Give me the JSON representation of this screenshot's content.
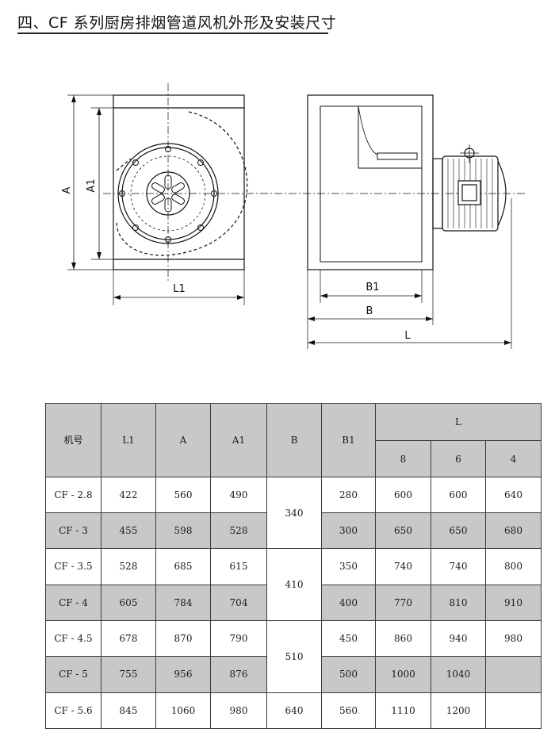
{
  "title": "四、CF 系列厨房排烟管道风机外形及安装尺寸",
  "drawing": {
    "front_labels": {
      "A": "A",
      "A1": "A1",
      "L1": "L1"
    },
    "side_labels": {
      "B1": "B1",
      "B": "B",
      "L": "L"
    }
  },
  "table": {
    "headers": {
      "model": "机号",
      "L1": "L1",
      "A": "A",
      "A1": "A1",
      "B": "B",
      "B1": "B1",
      "L": "L",
      "L_sub": [
        "8",
        "6",
        "4"
      ]
    },
    "rows": [
      {
        "model": "CF - 2.8",
        "L1": "422",
        "A": "560",
        "A1": "490",
        "B": "340",
        "B1": "280",
        "L8": "600",
        "L6": "600",
        "L4": "640"
      },
      {
        "model": "CF - 3",
        "L1": "455",
        "A": "598",
        "A1": "528",
        "B": "",
        "B1": "300",
        "L8": "650",
        "L6": "650",
        "L4": "680"
      },
      {
        "model": "CF - 3.5",
        "L1": "528",
        "A": "685",
        "A1": "615",
        "B": "410",
        "B1": "350",
        "L8": "740",
        "L6": "740",
        "L4": "800"
      },
      {
        "model": "CF - 4",
        "L1": "605",
        "A": "784",
        "A1": "704",
        "B": "",
        "B1": "400",
        "L8": "770",
        "L6": "810",
        "L4": "910"
      },
      {
        "model": "CF - 4.5",
        "L1": "678",
        "A": "870",
        "A1": "790",
        "B": "510",
        "B1": "450",
        "L8": "860",
        "L6": "940",
        "L4": "980"
      },
      {
        "model": "CF - 5",
        "L1": "755",
        "A": "956",
        "A1": "876",
        "B": "",
        "B1": "500",
        "L8": "1000",
        "L6": "1040",
        "L4": ""
      },
      {
        "model": "CF - 5.6",
        "L1": "845",
        "A": "1060",
        "A1": "980",
        "B": "640",
        "B1": "560",
        "L8": "1110",
        "L6": "1200",
        "L4": ""
      }
    ]
  }
}
